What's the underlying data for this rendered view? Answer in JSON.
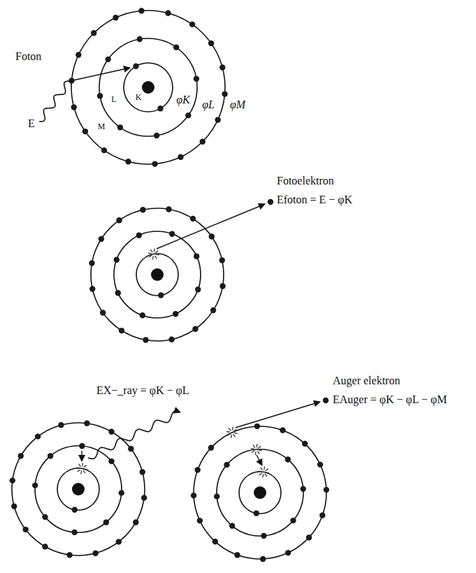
{
  "diagram": {
    "labels": [
      "Foton",
      "E",
      "K",
      "L",
      "M",
      "φK",
      "φL",
      "φM",
      "Fotoelektron",
      "Efoton = E − φK",
      "Auger elektron",
      "EAuger = φK − φL − φM",
      "EX−_ray = φK − φL"
    ]
  }
}
